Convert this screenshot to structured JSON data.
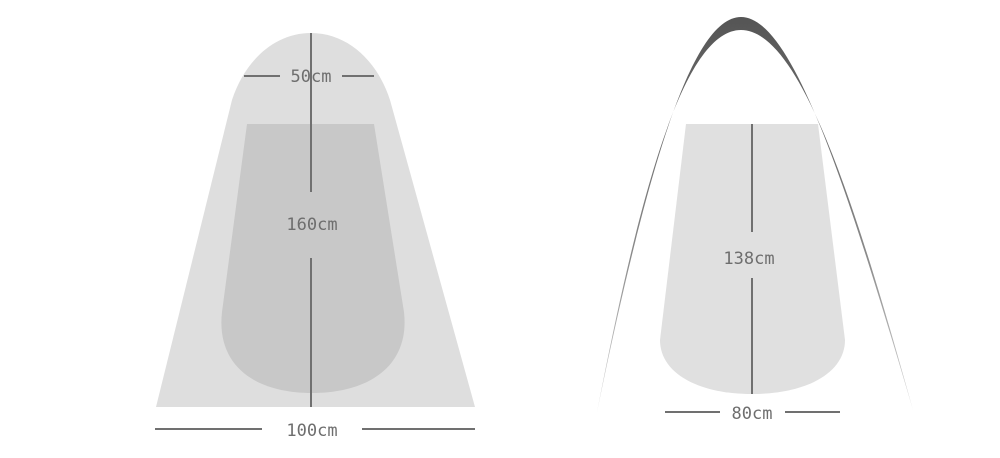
{
  "colors": {
    "background": "#ffffff",
    "outer_shape": "#dedede",
    "inner_shape": "#c8c8c8",
    "side_inner_shape": "#e0e0e0",
    "frame_arc": "#5e5e5e",
    "dimension_line": "#707070",
    "dimension_text": "#6e6e6e"
  },
  "front_view": {
    "top_width": "50cm",
    "height": "160cm",
    "bottom_width": "100cm"
  },
  "side_view": {
    "height": "138cm",
    "bottom_width": "80cm"
  }
}
